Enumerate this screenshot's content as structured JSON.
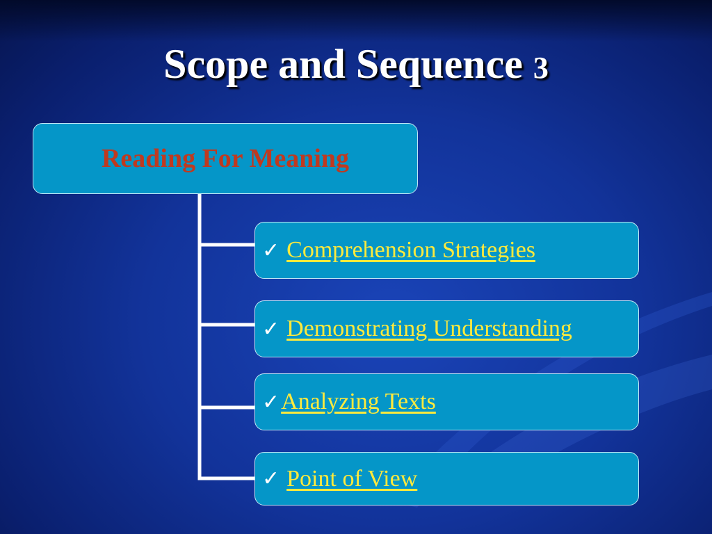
{
  "slide": {
    "title_main": "Scope and Sequence",
    "title_number": "3"
  },
  "diagram": {
    "root": {
      "label": "Reading For Meaning"
    },
    "children": [
      {
        "check": "✓",
        "label": "Comprehension Strategies"
      },
      {
        "check": "✓",
        "label": "Demonstrating Understanding"
      },
      {
        "check": "✓",
        "label": "Analyzing Texts"
      },
      {
        "check": "✓",
        "label": "Point of View"
      }
    ]
  },
  "colors": {
    "background": "#12339a",
    "box_fill": "#0596c8",
    "root_text": "#c0391f",
    "link_text": "#ffea3c",
    "title_text": "#ffffff"
  }
}
